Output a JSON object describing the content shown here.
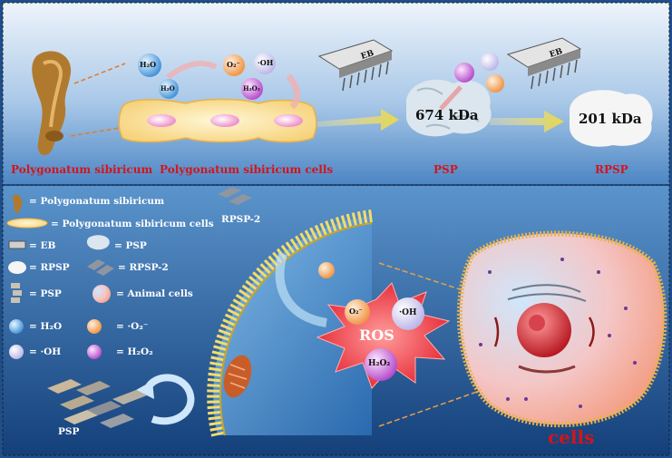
{
  "stage_labels": {
    "plant": "Polygonatum sibiricum",
    "cells": "Polygonatum sibiricum cells",
    "psp": "PSP",
    "rpsp": "RPSP"
  },
  "mass_labels": {
    "psp_mass": "674 kDa",
    "rpsp_mass": "201 kDa"
  },
  "eb_label": "EB",
  "molecules": {
    "h2o": "H₂O",
    "o2": "O₂⁻",
    "oh": "·OH",
    "h2o2": "H₂O₂"
  },
  "legend": [
    {
      "key": "plant",
      "text": "= Polygonatum sibiricum"
    },
    {
      "key": "cells",
      "text": "= Polygonatum sibiricum cells"
    },
    {
      "key": "eb",
      "text": "= EB"
    },
    {
      "key": "psp",
      "text": "= PSP"
    },
    {
      "key": "rpsp",
      "text": "= RPSP"
    },
    {
      "key": "rpsp2",
      "text": "= RPSP-2"
    },
    {
      "key": "psp_blocks",
      "text": "= PSP"
    },
    {
      "key": "animal_cells",
      "text": "= Animal cells"
    },
    {
      "key": "h2o",
      "text": "= H₂O"
    },
    {
      "key": "o2",
      "text": "= ·O₂⁻"
    },
    {
      "key": "oh",
      "text": "= ·OH"
    },
    {
      "key": "h2o2",
      "text": "= H₂O₂"
    }
  ],
  "lower_labels": {
    "rpsp2": "RPSP-2",
    "ros": "ROS",
    "psp_bottom": "PSP",
    "cells": "cells"
  },
  "colors": {
    "background": "#1d4f8f",
    "accent_red": "#d4141c",
    "legend_text": "#ffffff"
  }
}
